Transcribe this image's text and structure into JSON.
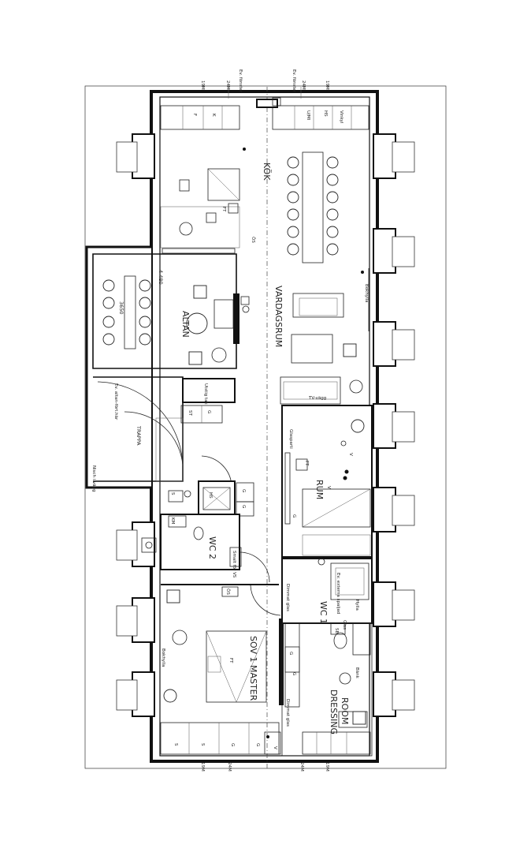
{
  "rooms": {
    "kok": "KÖK",
    "vardagsrum": "VARDAGSRUM",
    "altan": "ALTAN",
    "rum": "RUM",
    "trappa": "TRAPPA",
    "wc1": "WC 1",
    "wc2": "WC 2",
    "sov1": "SOV 1 MASTER",
    "dressing": "DRESSING",
    "dressing2": "ROOM"
  },
  "dimensions": {
    "altan_width": "4 480",
    "altan_depth": "3650"
  },
  "labels": {
    "top_19m": "19M",
    "top_24m": "24M",
    "top_ev_fonster_left": "Ev. fönster",
    "top_ev_fonster_right": "Ev. fönster",
    "top_24m_right": "24M",
    "top_19m_right": "19M",
    "bottom_19m": "19M",
    "bottom_24m": "24M",
    "bottom_24m_right": "24M",
    "bottom_19m_right": "19M",
    "f": "F",
    "k": "K",
    "ugn_mik": "U/MI",
    "hs": "HS",
    "vinkyl": "Vinkyl",
    "ft_kok": "FT",
    "os_kok": "ÖS",
    "bokhylla_vard": "Bokhylla",
    "tv_vagg": "TV-vägg",
    "utstig_tak": "Utstig tak",
    "ev_altan_forthar": "Ev. altan-fört.här",
    "st_trappa": "ST",
    "g_trappa": "G",
    "nisch_i_vagg": "Nisch i vägg",
    "glasparti": "Glasparti",
    "ft_rum": "FT",
    "g_rum": "G",
    "s_door": "S",
    "g1": "G",
    "g2": "G",
    "km": "KM",
    "smalt_for_vs": "Smalt för VS",
    "hs_wc2": "HS",
    "os_sov": "ÖS",
    "bokhylla_sov": "Bokhylla",
    "ft_sov": "FT",
    "dimmat_glas1": "Dimmat glas",
    "dimmat_glas2": "Dimmat glas",
    "ev_extern_spalad": "Ev. externa spaljad",
    "hylla": "Hylla",
    "bank": "Bänk",
    "sb": "SB",
    "g_dr1": "G",
    "g_dr2": "G",
    "s1": "S",
    "s2": "S",
    "g_sov1": "G",
    "g_sov2": "G",
    "v1": "V",
    "v2": "V",
    "v3": "V",
    "glas": "Glas"
  }
}
